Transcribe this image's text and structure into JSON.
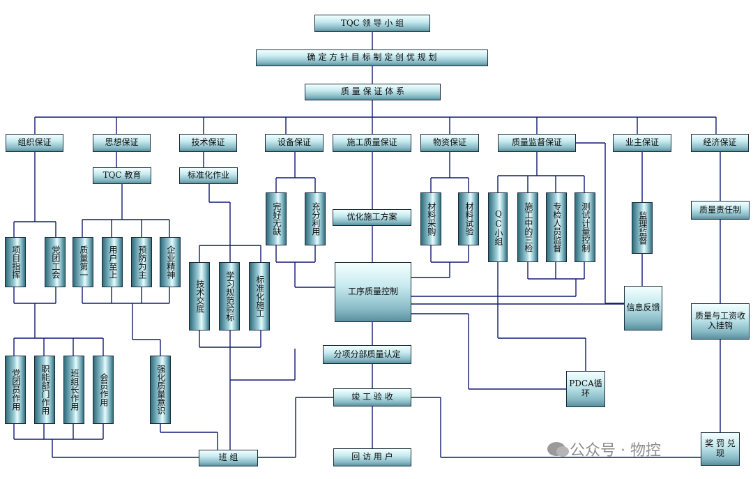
{
  "nodes": {
    "tqc_leader": "TQC 领 导 小 组",
    "goal": "确 定 方 针 目 标   制 定 创 优 规 划",
    "system": "质 量 保 证 体 系",
    "org": "组织保证",
    "thought": "思想保证",
    "tech": "技术保证",
    "equip": "设备保证",
    "construct": "施工质量保证",
    "material": "物资保证",
    "supervise": "质量监督保证",
    "owner": "业主保证",
    "economy": "经济保证",
    "tqc_edu": "TQC 教育",
    "standard_work": "标准化作业",
    "intact": "完好无缺",
    "full_use": "充分利用",
    "optimize": "优化施工方案",
    "mat_buy": "材料采购",
    "mat_test": "材料试验",
    "qc_group": "QC小组",
    "three_check": "施工中的三检",
    "inspector": "专检人员监督",
    "measure": "测试计量控制",
    "owner_sup": "监理监督",
    "resp_sys": "质量责任制",
    "command": "项目指挥",
    "party": "党团工会",
    "quality_first": "质量第一",
    "user_first": "用户至上",
    "prevent": "预防为主",
    "spirit": "企业精神",
    "tech_brief": "技术交底",
    "learn": "学习规范验标",
    "std_build": "标准化施工",
    "process_ctrl": "工序质量控制",
    "info_fb": "信息反馈",
    "wage": "质量与工资收入挂钩",
    "party_member": "党团员作用",
    "dept": "职能部门作用",
    "leader": "班组长作用",
    "member": "会员作用",
    "awareness": "强化质量意识",
    "sub_acc": "分项分部质量认定",
    "pdca": "PDCA循环",
    "complete": "竣 工 验 收",
    "team": "班    组",
    "revisit": "回 访 用 户",
    "reward": "奖 罚 兑 现"
  },
  "watermark": {
    "text": "公众号 · 物控",
    "icon": "wechat-icon"
  },
  "colors": {
    "line": "#101a6e",
    "box_border": "#1a2a3a"
  }
}
